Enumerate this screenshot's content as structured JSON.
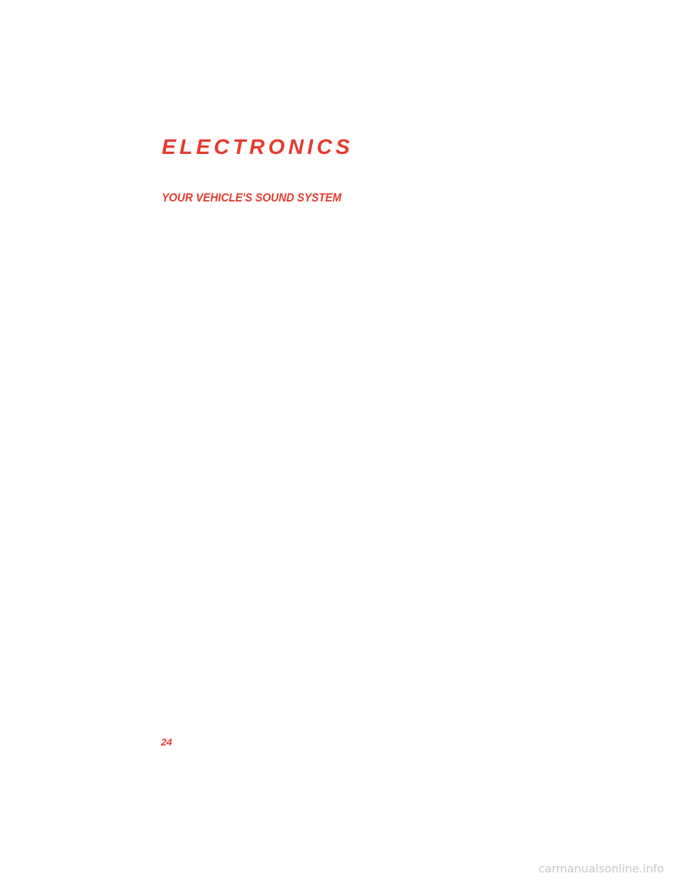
{
  "document": {
    "section_title": "ELECTRONICS",
    "subsection_title": "YOUR VEHICLE'S SOUND SYSTEM",
    "page_number": "24"
  },
  "watermark": {
    "text": "carmanualsonline.info"
  },
  "colors": {
    "accent": "#e63a2e",
    "watermark": "#c8c8c8",
    "background": "#ffffff"
  }
}
